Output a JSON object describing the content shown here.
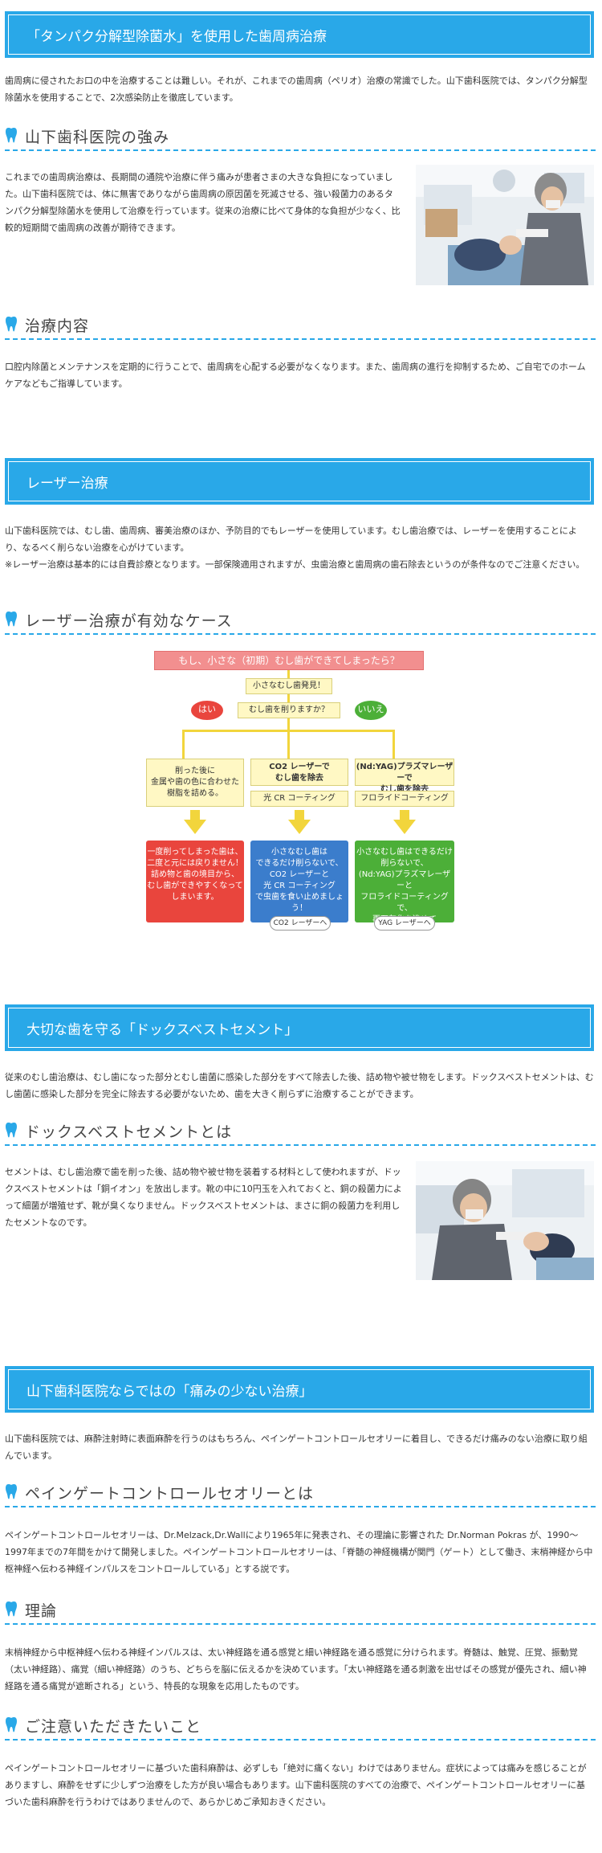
{
  "colors": {
    "accent": "#29a8e8",
    "fc_red": "#e9453d",
    "fc_blue": "#3b7dcc",
    "fc_green": "#4caf38",
    "fc_yellow": "#f2d53c",
    "fc_pink": "#f28f8f"
  },
  "sections": [
    {
      "banner": "「タンパク分解型除菌水」を使用した歯周病治療",
      "intro": "歯周病に侵されたお口の中を治療することは難しい。それが、これまでの歯周病（ペリオ）治療の常識でした。山下歯科医院では、タンパク分解型除菌水を使用することで、2次感染防止を徹底しています。",
      "subsections": [
        {
          "heading": "山下歯科医院の強み",
          "body": "これまでの歯周病治療は、長期間の通院や治療に伴う痛みが患者さまの大きな負担になっていました。山下歯科医院では、体に無害でありながら歯周病の原因菌を死滅させる、強い殺菌力のあるタンパク分解型除菌水を使用して治療を行っています。従来の治療に比べて身体的な負担が少なく、比較的短期間で歯周病の改善が期待できます。"
        },
        {
          "heading": "治療内容",
          "body": "口腔内除菌とメンテナンスを定期的に行うことで、歯周病を心配する必要がなくなります。また、歯周病の進行を抑制するため、ご自宅でのホームケアなどもご指導しています。"
        }
      ]
    },
    {
      "banner": "レーザー治療",
      "intro": "山下歯科医院では、むし歯、歯周病、審美治療のほか、予防目的でもレーザーを使用しています。むし歯治療では、レーザーを使用することにより、なるべく削らない治療を心がけています。",
      "note": "※レーザー治療は基本的には自費診療となります。一部保険適用されますが、虫歯治療と歯周病の歯石除去というのが条件なのでご注意ください。",
      "subsections": [
        {
          "heading": "レーザー治療が有効なケース"
        }
      ]
    },
    {
      "banner": "大切な歯を守る「ドックスベストセメント」",
      "intro": "従来のむし歯治療は、むし歯になった部分とむし歯菌に感染した部分をすべて除去した後、詰め物や被せ物をします。ドックスベストセメントは、むし歯菌に感染した部分を完全に除去する必要がないため、歯を大きく削らずに治療することができます。",
      "subsections": [
        {
          "heading": "ドックスベストセメントとは",
          "body": "セメントは、むし歯治療で歯を削った後、詰め物や被せ物を装着する材料として使われますが、ドックスベストセメントは「銅イオン」を放出します。靴の中に10円玉を入れておくと、銅の殺菌力によって細菌が増殖せず、靴が臭くなりません。ドックスベストセメントは、まさに銅の殺菌力を利用したセメントなのです。"
        }
      ]
    },
    {
      "banner": "山下歯科医院ならではの「痛みの少ない治療」",
      "intro": "山下歯科医院では、麻酔注射時に表面麻酔を行うのはもちろん、ペインゲートコントロールセオリーに着目し、できるだけ痛みのない治療に取り組んでいます。",
      "subsections": [
        {
          "heading": "ペインゲートコントロールセオリーとは",
          "body": "ペインゲートコントロールセオリーは、Dr.Melzack,Dr.Wallにより1965年に発表され、その理論に影響された Dr.Norman Pokras が、1990〜1997年までの7年間をかけて開発しました。ペインゲートコントロールセオリーは、「脊髄の神経機構が関門（ゲート）として働き、末梢神経から中枢神経へ伝わる神経インパルスをコントロールしている」とする説です。"
        },
        {
          "heading": "理論",
          "body": "末梢神経から中枢神経へ伝わる神経インパルスは、太い神経路を通る感覚と細い神経路を通る感覚に分けられます。脊髄は、触覚、圧覚、振動覚（太い神経路）、痛覚（細い神経路）のうち、どちらを脳に伝えるかを決めています。「太い神経路を通る刺激を出せばその感覚が優先され、細い神経路を通る痛覚が遮断される」という、特長的な現象を応用したものです。"
        },
        {
          "heading": "ご注意いただきたいこと",
          "body": "ペインゲートコントロールセオリーに基づいた歯科麻酔は、必ずしも「絶対に痛くない」わけではありません。症状によっては痛みを感じることがありますし、麻酔をせずに少しずつ治療をした方が良い場合もあります。山下歯科医院のすべての治療で、ペインゲートコントロールセオリーに基づいた歯科麻酔を行うわけではありませんので、あらかじめご承知おきください。"
        }
      ]
    }
  ],
  "flowchart": {
    "title": "もし、小さな（初期）むし歯ができてしまったら？",
    "found": "小さなむし歯発見！",
    "question": "むし歯を削りますか？",
    "yes": "はい",
    "no": "いいえ",
    "options": [
      "削った後に\n金属や歯の色に合わせた\n樹脂を詰める。",
      "CO2 レーザーで\nむし歯を除去",
      "(Nd:YAG)プラズマレーザーで\nむし歯を除去"
    ],
    "coatings": [
      "光 CR コーティング",
      "フロライドコーティング"
    ],
    "results": [
      "一度削ってしまった歯は、\n二度と元には戻りません！\n詰め物と歯の境目から、\nむし歯ができやすくなって\nしまいます。",
      "小さなむし歯は\nできるだけ削らないで、\nCO2 レーザーと\n光 CR コーティング\nで虫歯を食い止めましょう！",
      "小さなむし歯はできるだけ\n削らないで、\n(Nd:YAG)プラズマレーザーと\nフロライドコーティングで、\n再石灰化を進めて\n健康な歯へ戻しましょう！"
    ],
    "tags": [
      "CO2 レーザーへ",
      "YAG レーザーへ"
    ]
  }
}
